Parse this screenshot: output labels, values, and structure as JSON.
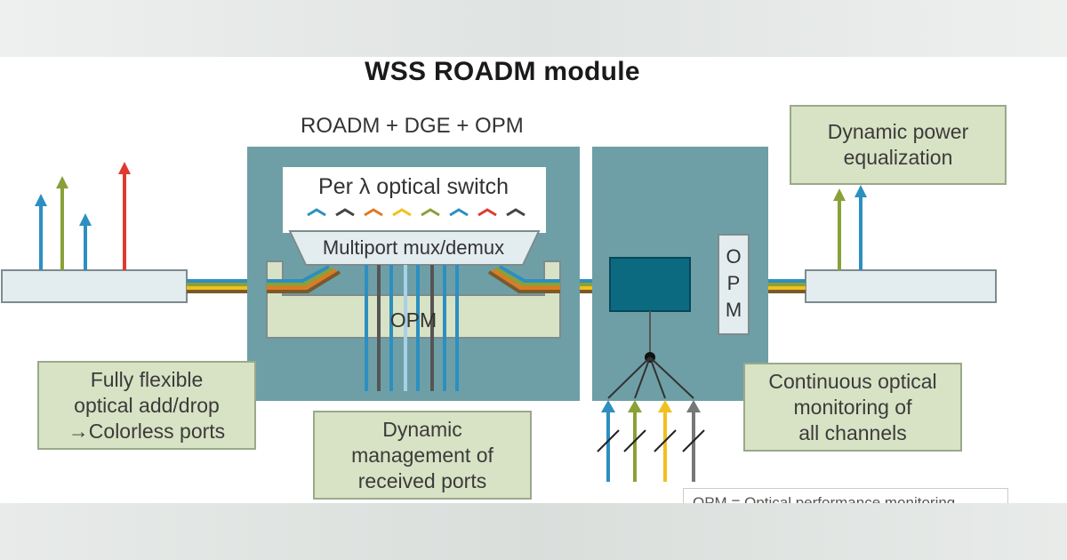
{
  "title": "WSS ROADM module",
  "subtitle": "ROADM + DGE + OPM",
  "switch_label": "Per λ optical switch",
  "mux_label": "Multiport mux/demux",
  "opm_label": "OPM",
  "opm_vertical": [
    "O",
    "P",
    "M"
  ],
  "notes": {
    "add_drop": {
      "line1": "Fully flexible",
      "line2": "optical add/drop",
      "line3": "→Colorless ports"
    },
    "received": {
      "line1": "Dynamic",
      "line2": "management of",
      "line3": "received ports"
    },
    "power": {
      "line1": "Dynamic power",
      "line2": "equalization"
    },
    "monitoring": {
      "line1": "Continuous optical",
      "line2": "monitoring of",
      "line3": "all channels"
    }
  },
  "legend": "OPM = Optical performance monitoring",
  "colors": {
    "module_fill": "#6e9fa6",
    "note_fill": "#d8e2c4",
    "fiber_blue": "#2d8fc0",
    "fiber_green": "#8aa038",
    "fiber_red": "#e03a2e",
    "fiber_yellow": "#f0c020",
    "fiber_orange": "#e07a20",
    "fiber_gray": "#666666",
    "monitor_block": "#0b6a80"
  }
}
